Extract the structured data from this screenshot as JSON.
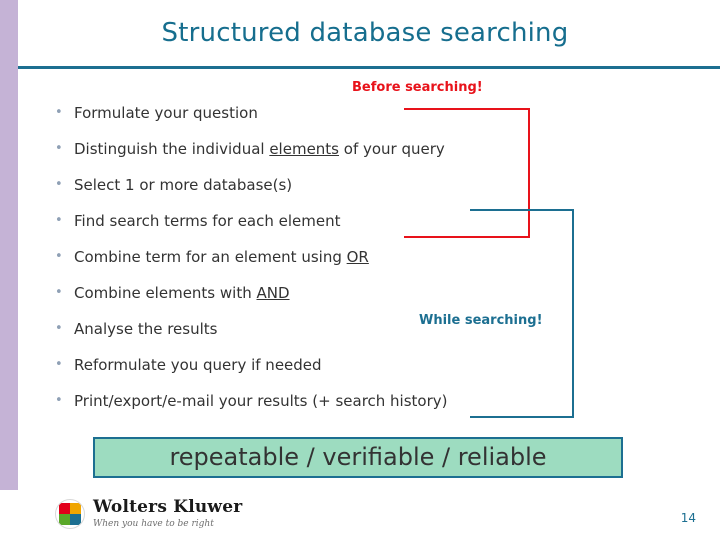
{
  "slide": {
    "title": "Structured database searching",
    "page_number": "14",
    "annotations": {
      "before_label": "Before searching!",
      "while_label": "While searching!"
    },
    "bullets": [
      {
        "pre": "Formulate your question",
        "underlined": "",
        "post": ""
      },
      {
        "pre": "Distinguish the individual ",
        "underlined": "elements",
        "post": " of your query"
      },
      {
        "pre": "Select 1 or more database(s)",
        "underlined": "",
        "post": ""
      },
      {
        "pre": "Find search terms for each element",
        "underlined": "",
        "post": ""
      },
      {
        "pre": "Combine term for an element using ",
        "underlined": "OR",
        "post": ""
      },
      {
        "pre": "Combine elements with ",
        "underlined": "AND",
        "post": ""
      },
      {
        "pre": "Analyse the results",
        "underlined": "",
        "post": ""
      },
      {
        "pre": "Reformulate you query if needed",
        "underlined": "",
        "post": ""
      },
      {
        "pre": "Print/export/e-mail your results (+ search history)",
        "underlined": "",
        "post": ""
      }
    ],
    "bullet_marker": "•",
    "banner": "repeatable / verifiable / reliable",
    "footer": {
      "logo_name": "Wolters Kluwer",
      "logo_tagline": "When you have to be right"
    },
    "colors": {
      "title": "#166e8e",
      "rule": "#1c6f91",
      "before": "#e8121a",
      "while": "#1c6f91",
      "banner_bg": "#9ddcc0",
      "left_bar": "#c5b3d6"
    }
  }
}
